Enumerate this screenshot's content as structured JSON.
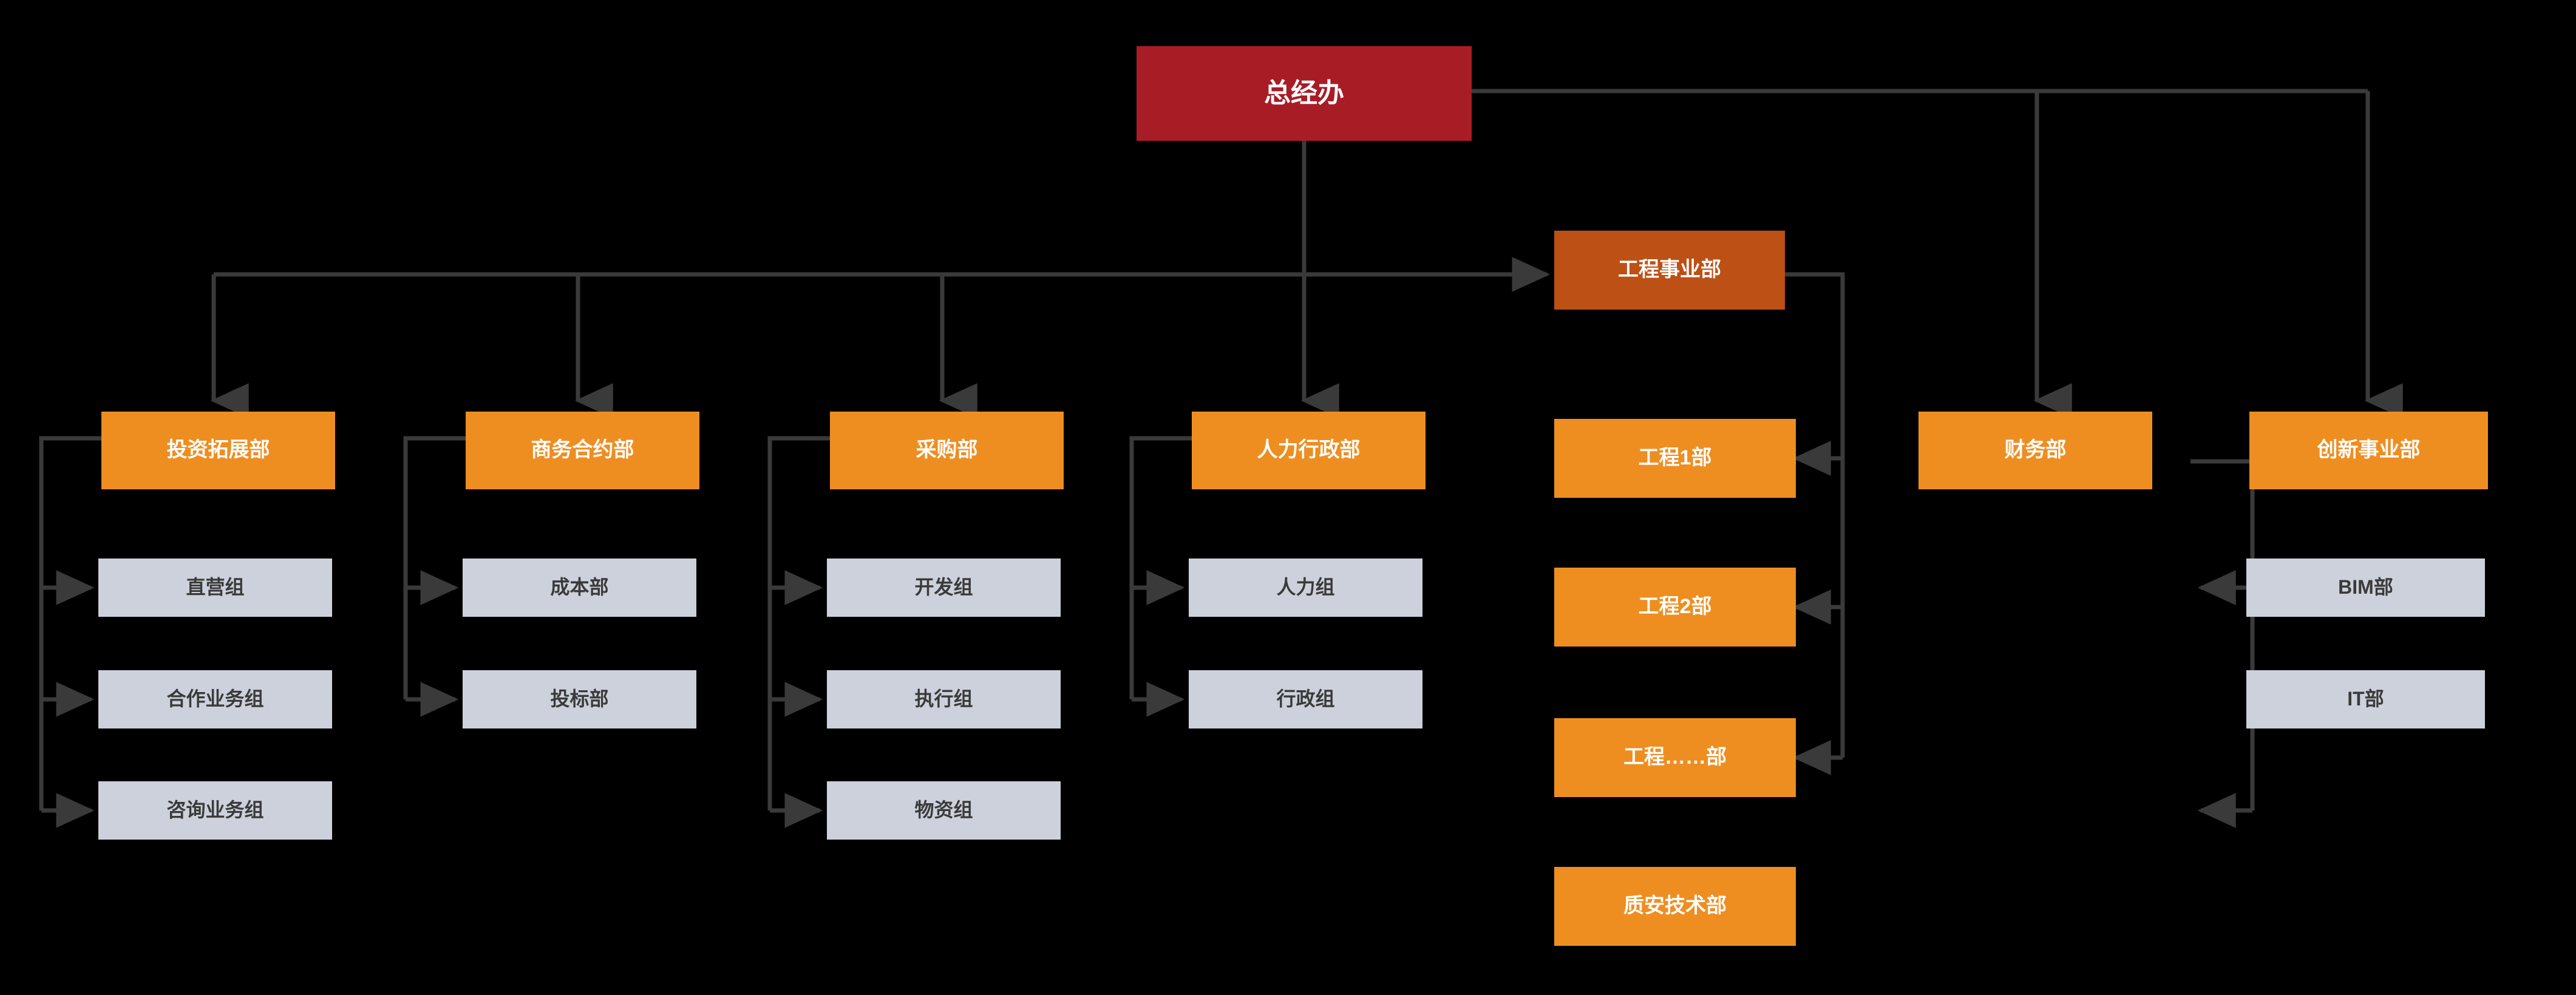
{
  "diagram": {
    "title_node": "总经办",
    "type": "organization-chart",
    "colors": {
      "background": "#000000",
      "root": "#A81C26",
      "division": "#BD5015",
      "department": "#EE8E21",
      "team": "#CDD1DC",
      "connector": "#3A3A3A",
      "text_light": "#FFFFFF",
      "text_dark": "#3A3A3A"
    },
    "nodes": {
      "root": {
        "label": "总经办",
        "level": "root"
      },
      "branches": [
        {
          "label": "投资拓展部",
          "level": "department",
          "children": [
            {
              "label": "直营组",
              "level": "team"
            },
            {
              "label": "合作业务组",
              "level": "team"
            },
            {
              "label": "咨询业务组",
              "level": "team"
            }
          ]
        },
        {
          "label": "商务合约部",
          "level": "department",
          "children": [
            {
              "label": "成本部",
              "level": "team"
            },
            {
              "label": "投标部",
              "level": "team"
            }
          ]
        },
        {
          "label": "采购部",
          "level": "department",
          "children": [
            {
              "label": "开发组",
              "level": "team"
            },
            {
              "label": "执行组",
              "level": "team"
            },
            {
              "label": "物资组",
              "level": "team"
            }
          ]
        },
        {
          "label": "人力行政部",
          "level": "department",
          "children": [
            {
              "label": "人力组",
              "level": "team"
            },
            {
              "label": "行政组",
              "level": "team"
            }
          ]
        },
        {
          "label": "工程事业部",
          "level": "division",
          "children": [
            {
              "label": "工程1部",
              "level": "department"
            },
            {
              "label": "工程2部",
              "level": "department"
            },
            {
              "label": "工程……部",
              "level": "department"
            },
            {
              "label": "质安技术部",
              "level": "department"
            }
          ]
        },
        {
          "label": "财务部",
          "level": "department",
          "children": []
        },
        {
          "label": "创新事业部",
          "level": "department",
          "children": [
            {
              "label": "BIM部",
              "level": "team"
            },
            {
              "label": "IT部",
              "level": "team"
            }
          ]
        }
      ]
    }
  }
}
